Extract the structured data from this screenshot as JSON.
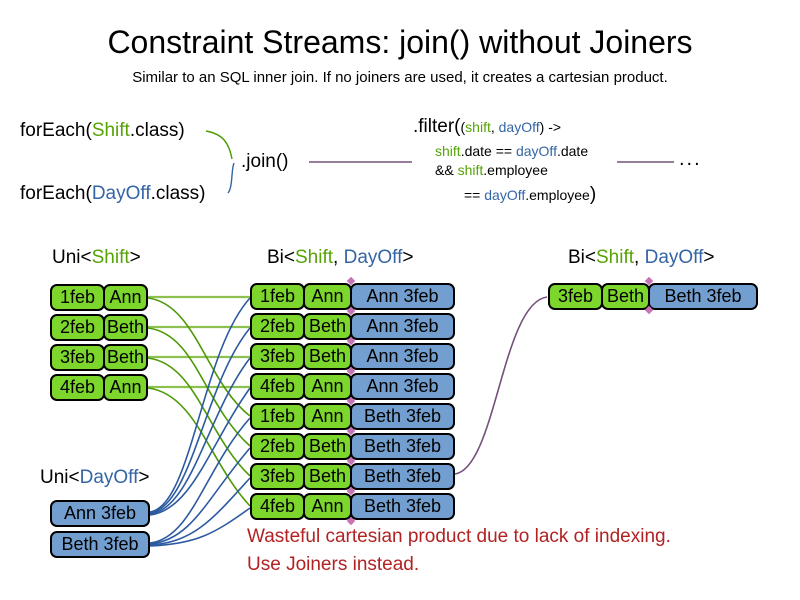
{
  "title": "Constraint Streams: join() without Joiners",
  "subtitle": "Similar to an SQL inner join. If no joiners are used, it creates a cartesian product.",
  "colors": {
    "box_green": "#7CD62C",
    "box_blue": "#729FCF",
    "text_green": "#56A306",
    "text_blue": "#3465A4",
    "text_orange": "#D2691E",
    "warning_red": "#B22222",
    "wire_green": "#4E9A06",
    "wire_green_light": "#8CC152",
    "wire_blue": "#2C5AA0",
    "wire_purple": "#75507B"
  },
  "code": {
    "foreach_shift": {
      "fn": "forEach(",
      "cls": "Shift",
      "suffix": ".class)"
    },
    "foreach_dayoff": {
      "fn": "forEach(",
      "cls": "DayOff",
      "suffix": ".class)"
    },
    "join": ".join()",
    "ellipsis": "...",
    "filter": {
      "head": ".filter(",
      "paren": "(",
      "arg1": "shift",
      "comma": ", ",
      "arg2": "dayOff",
      "arrow": ") ->",
      "l2_shift": "shift",
      "l2_mid": ".date == ",
      "l2_dayoff": "dayOff",
      "l2_end": ".date",
      "l3_and": "&& ",
      "l3_shift": "shift",
      "l3_end": ".employee",
      "l4_eq": "== ",
      "l4_dayoff": "dayOff",
      "l4_end": ".employee",
      "l4_close": ")"
    }
  },
  "labels": {
    "uni_shift": {
      "pre": "Uni<",
      "shift": "Shift",
      "post": ">"
    },
    "bi_mid": {
      "pre": "Bi<",
      "shift": "Shift",
      "comma": ", ",
      "dayoff": "DayOff",
      "post": ">"
    },
    "bi_right": {
      "pre": "Bi<",
      "shift": "Shift",
      "comma": ", ",
      "dayoff": "DayOff",
      "post": ">"
    },
    "uni_dayoff": {
      "pre": "Uni<",
      "dayoff": "DayOff",
      "post": ">"
    }
  },
  "uni_shift_rows": [
    {
      "date": "1feb",
      "name": "Ann"
    },
    {
      "date": "2feb",
      "name": "Beth"
    },
    {
      "date": "3feb",
      "name": "Beth"
    },
    {
      "date": "4feb",
      "name": "Ann"
    }
  ],
  "uni_dayoff_rows": [
    {
      "text": "Ann 3feb"
    },
    {
      "text": "Beth 3feb"
    }
  ],
  "bi_rows": [
    {
      "date": "1feb",
      "name": "Ann",
      "pair": "Ann 3feb"
    },
    {
      "date": "2feb",
      "name": "Beth",
      "pair": "Ann 3feb"
    },
    {
      "date": "3feb",
      "name": "Beth",
      "pair": "Ann 3feb"
    },
    {
      "date": "4feb",
      "name": "Ann",
      "pair": "Ann 3feb"
    },
    {
      "date": "1feb",
      "name": "Ann",
      "pair": "Beth 3feb"
    },
    {
      "date": "2feb",
      "name": "Beth",
      "pair": "Beth 3feb"
    },
    {
      "date": "3feb",
      "name": "Beth",
      "pair": "Beth 3feb"
    },
    {
      "date": "4feb",
      "name": "Ann",
      "pair": "Beth 3feb"
    }
  ],
  "result_row": {
    "date": "3feb",
    "name": "Beth",
    "pair": "Beth 3feb"
  },
  "warning": {
    "line1": "Wasteful cartesian product due to lack of indexing.",
    "line2": "Use Joiners instead."
  }
}
